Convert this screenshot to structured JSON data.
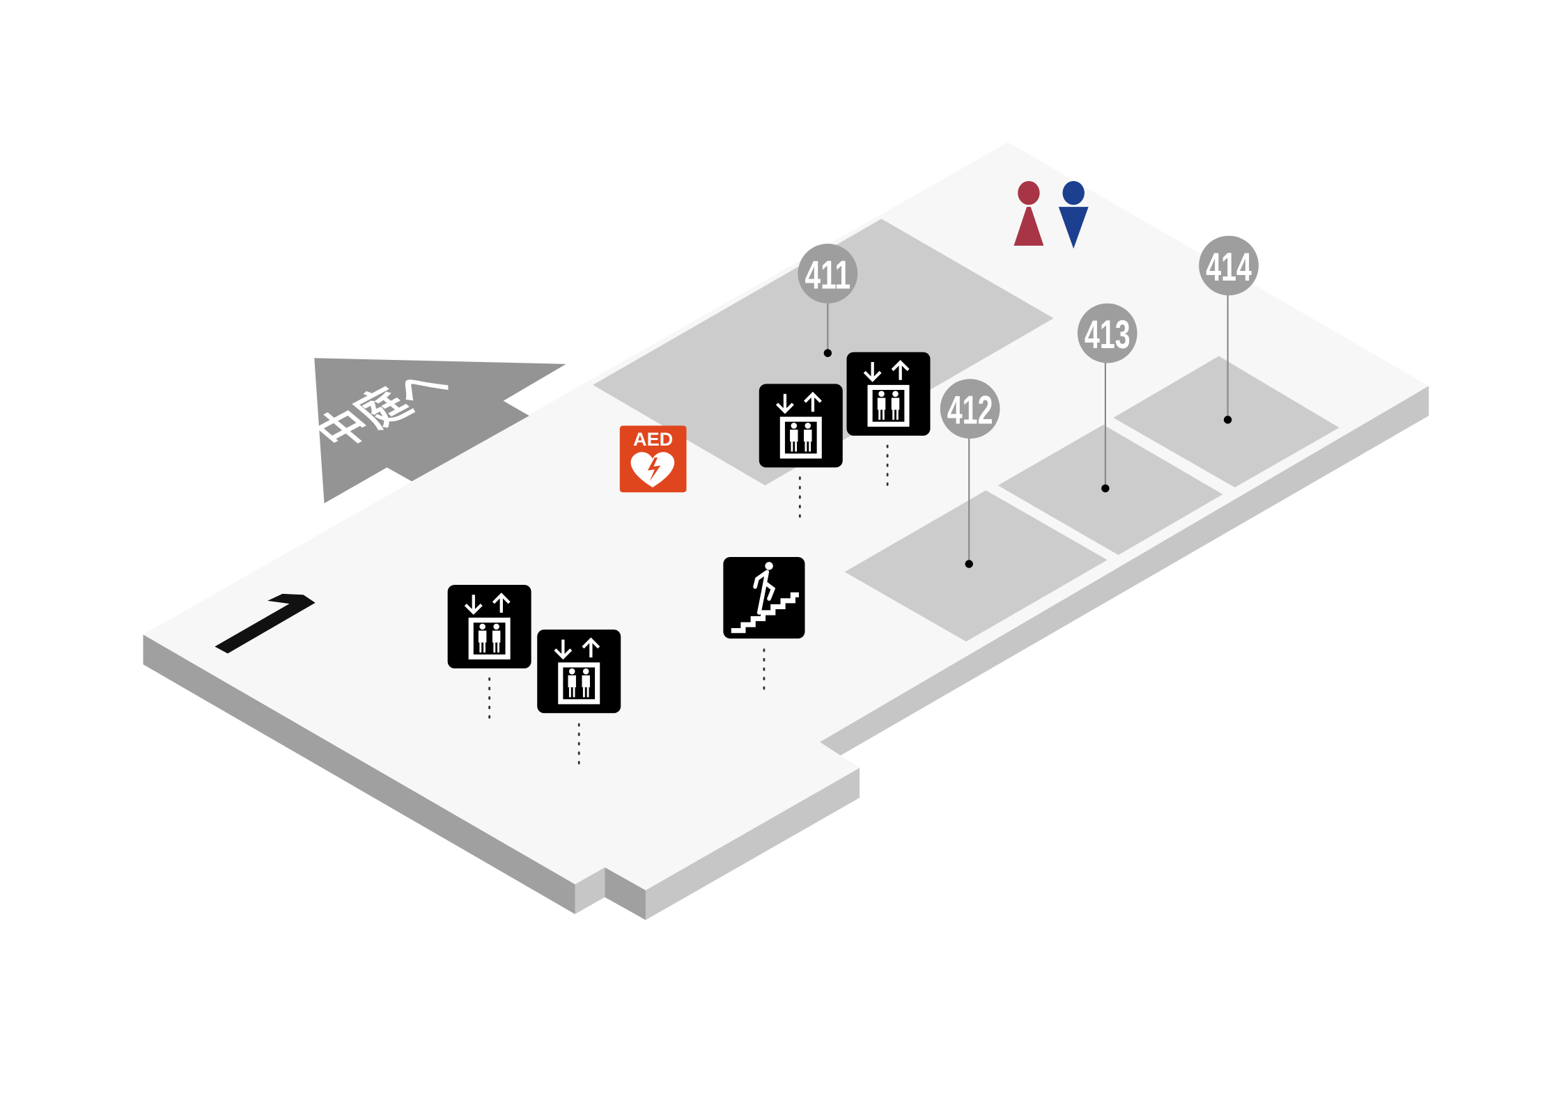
{
  "map": {
    "floor_label": "1",
    "courtyard_label": "中庭へ",
    "aed_label": "AED",
    "rooms": [
      {
        "id": "411",
        "label": "411"
      },
      {
        "id": "412",
        "label": "412"
      },
      {
        "id": "413",
        "label": "413"
      },
      {
        "id": "414",
        "label": "414"
      }
    ],
    "icons": [
      "elevator-icon",
      "elevator-icon",
      "elevator-icon",
      "elevator-icon",
      "stairs-icon",
      "aed-icon",
      "female-restroom-icon",
      "male-restroom-icon"
    ],
    "colors": {
      "floor": "#f7f7f7",
      "room": "#cccccc",
      "courtyard": "#949494",
      "pin": "#9e9e9e",
      "aed": "#e0461e",
      "female": "#a83545",
      "male": "#1c3f8f"
    }
  }
}
